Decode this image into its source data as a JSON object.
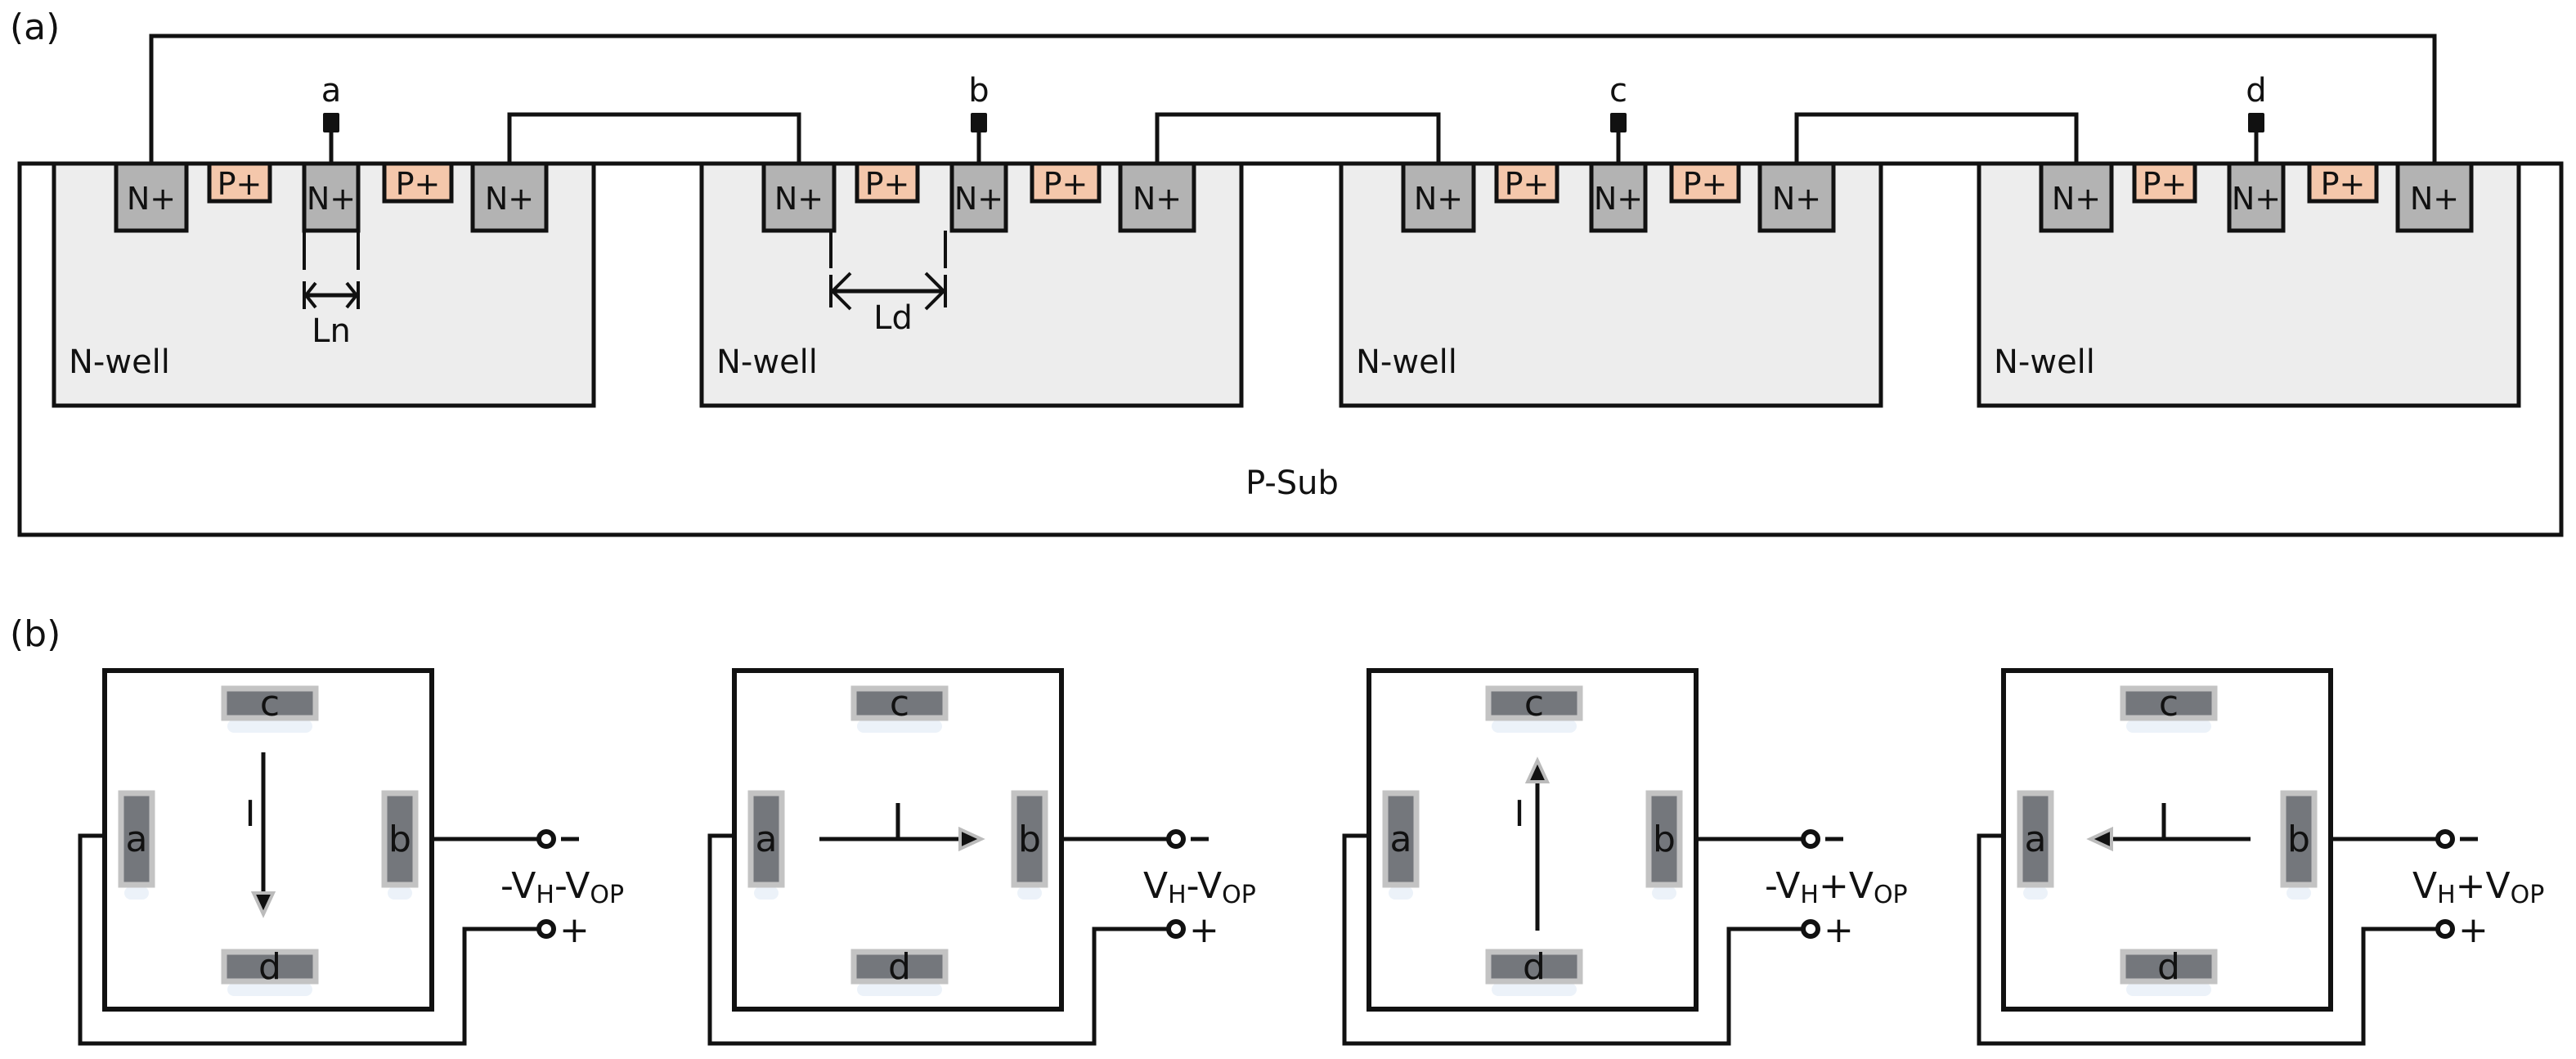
{
  "figure": {
    "panel_a": {
      "label": "(a)",
      "substrate_label": "P-Sub",
      "well_label": "N-well",
      "n_plus_label": "N+",
      "p_plus_label": "P+",
      "terminal_labels": [
        "a",
        "b",
        "c",
        "d"
      ],
      "dimension_labels": {
        "ln": "Ln",
        "ld": "Ld"
      },
      "colors": {
        "n_plus": "#b3b3b3",
        "p_plus": "#f4c7ab",
        "n_well": "#ededed",
        "p_sub": "#ffffff"
      }
    },
    "panel_b": {
      "label": "(b)",
      "current_label": "I",
      "pad_labels": {
        "top": "c",
        "bottom": "d",
        "left": "a",
        "right": "b"
      },
      "terminal_minus": "−",
      "terminal_plus": "+",
      "configs": [
        {
          "current_dir": "down",
          "v_sign": "-",
          "v_main": "V",
          "v_sub1": "H",
          "v_op": "-",
          "v_main2": "V",
          "v_sub2": "OP"
        },
        {
          "current_dir": "right",
          "v_sign": "",
          "v_main": "V",
          "v_sub1": "H",
          "v_op": "-",
          "v_main2": "V",
          "v_sub2": "OP"
        },
        {
          "current_dir": "up",
          "v_sign": "-",
          "v_main": "V",
          "v_sub1": "H",
          "v_op": "+",
          "v_main2": "V",
          "v_sub2": "OP"
        },
        {
          "current_dir": "left",
          "v_sign": "",
          "v_main": "V",
          "v_sub1": "H",
          "v_op": "+",
          "v_main2": "V",
          "v_sub2": "OP"
        }
      ],
      "colors": {
        "pad_fill": "#74777c",
        "pad_border": "#c3c3c3"
      }
    }
  }
}
